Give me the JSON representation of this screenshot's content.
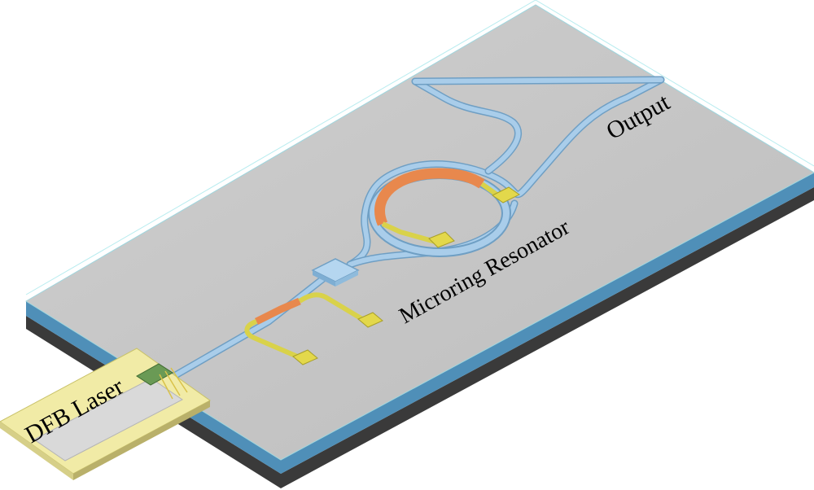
{
  "labels": {
    "output": "Output",
    "microring": "Microring Resonator",
    "laser": "DFB Laser"
  },
  "colors": {
    "chip_top": "#c3c3c3",
    "chip_front": "#4f8fb8",
    "chip_base": "#3a3a3a",
    "waveguide": "#a9cdea",
    "waveguide_edge": "#6f9fc4",
    "heater": "#e8884d",
    "electrode": "#d9d24a",
    "pad": "#e3d84b",
    "laser_mount": "#f1eba6",
    "laser_chip": "#6a9a55"
  }
}
